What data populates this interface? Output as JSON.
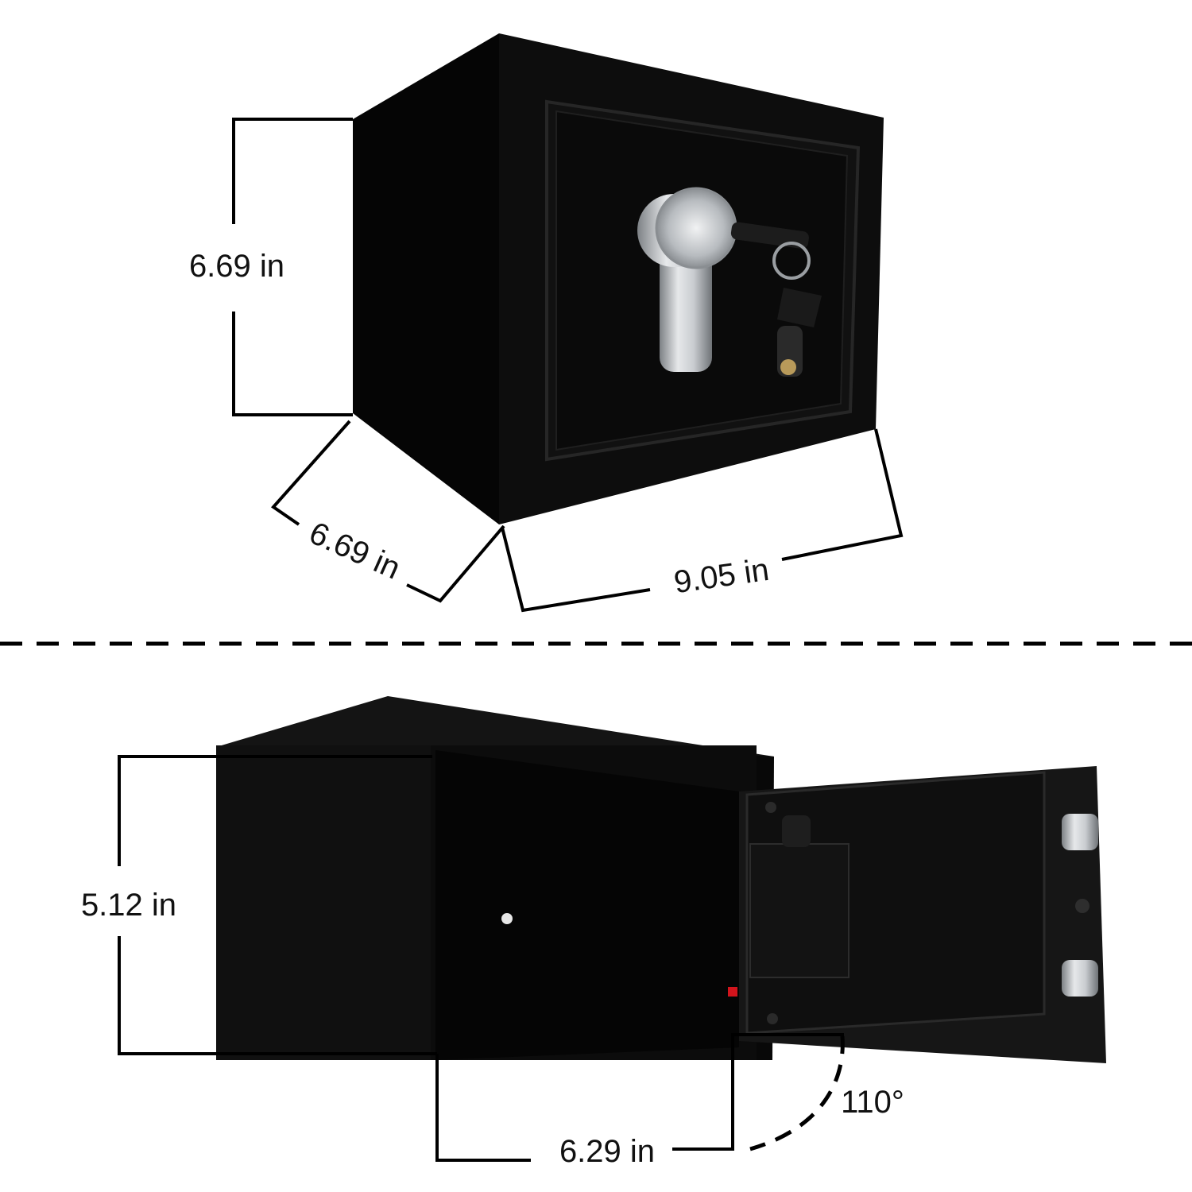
{
  "colors": {
    "background": "#ffffff",
    "safe_body": "#0b0b0b",
    "safe_edge": "#1c1c1c",
    "handle": "#b8bcc0",
    "dimension_line": "#000000",
    "indicator_red": "#d2141c"
  },
  "top_view": {
    "height_label": "6.69 in",
    "depth_label": "6.69 in",
    "width_label": "9.05 in"
  },
  "bottom_view": {
    "height_label": "5.12 in",
    "depth_label": "6.29 in",
    "door_angle_label": "110°"
  }
}
